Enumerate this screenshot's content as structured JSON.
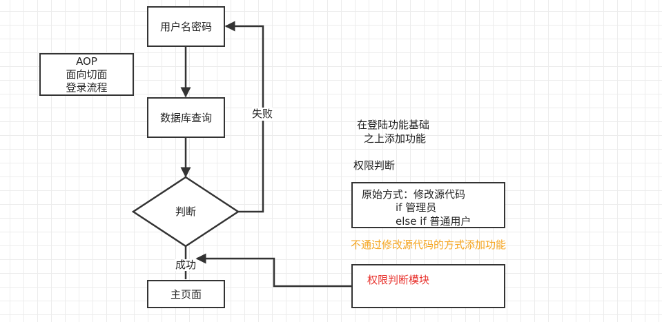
{
  "colors": {
    "stroke": "#333333",
    "grid": "#ececec",
    "text": "#222222",
    "highlight_orange": "#f5a623",
    "highlight_red": "#e8322d"
  },
  "flowchart": {
    "login": "用户名密码",
    "database": "数据库查询",
    "judge": "判断",
    "fail": "失败",
    "success": "成功",
    "main_page": "主页面"
  },
  "aop_note": {
    "line1": "AOP",
    "line2": "面向切面",
    "line3": "登录流程"
  },
  "notes": {
    "base_line1": "在登陆功能基础",
    "base_line2": "之上添加功能",
    "permission": "权限判断"
  },
  "original_box": {
    "line1": "原始方式：修改源代码",
    "line2": "if 管理员",
    "line3": "else if 普通用户"
  },
  "no_modify_note": "不通过修改源代码的方式添加功能",
  "permission_module": "权限判断模块"
}
